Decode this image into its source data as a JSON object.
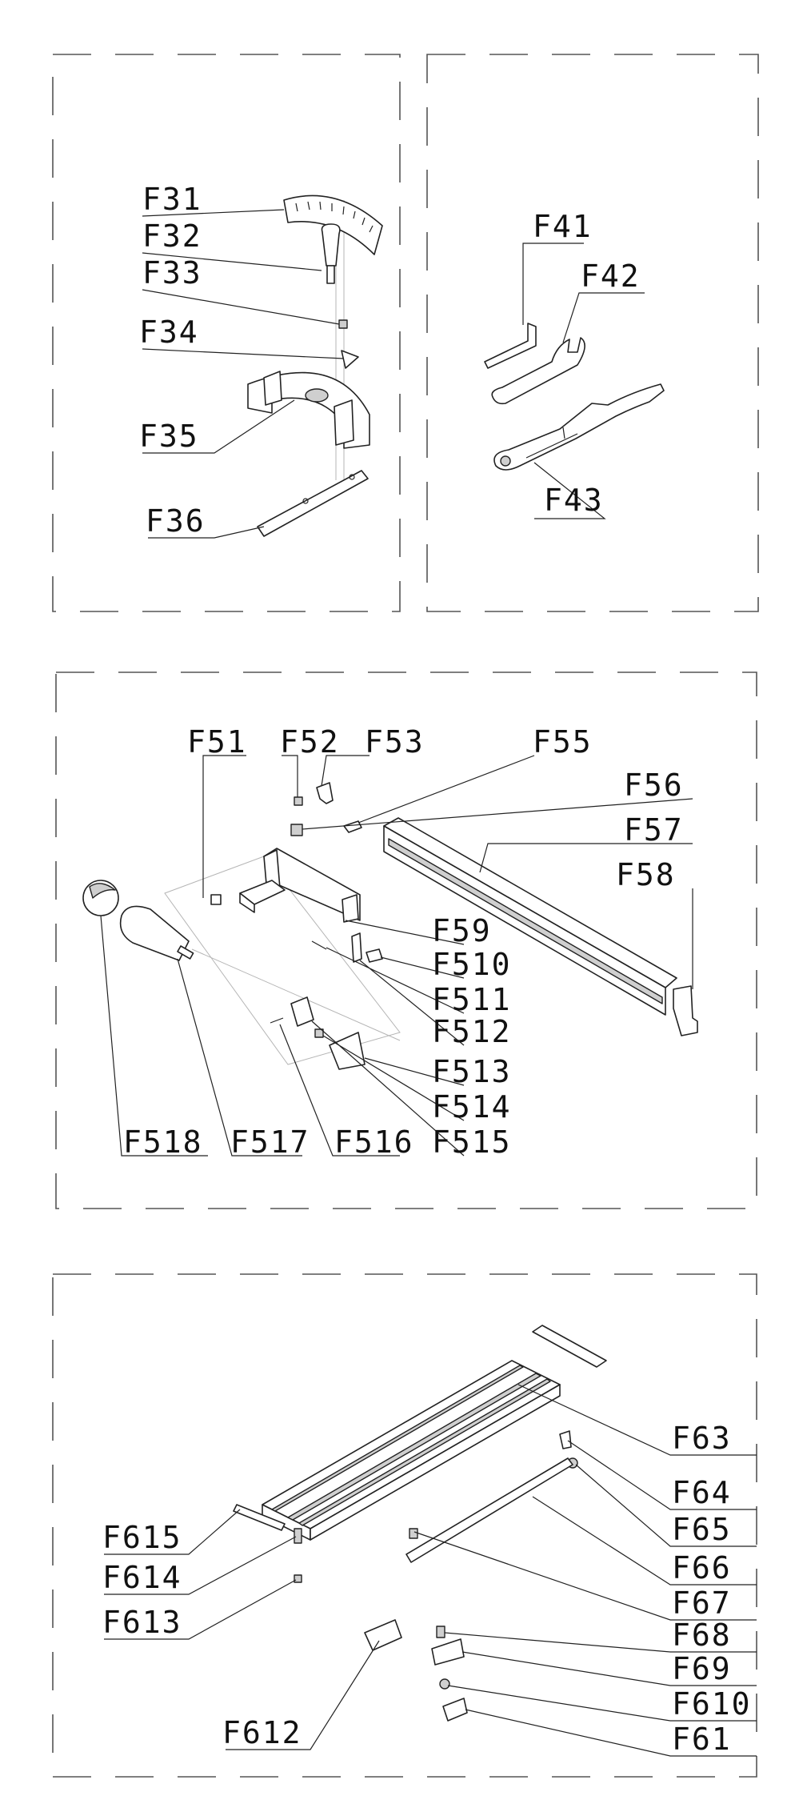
{
  "diagram": {
    "panels": [
      {
        "id": "panel-mitre-gauge",
        "labels": [
          "F31",
          "F32",
          "F33",
          "F34",
          "F35",
          "F36"
        ]
      },
      {
        "id": "panel-tools",
        "labels": [
          "F41",
          "F42",
          "F43"
        ]
      },
      {
        "id": "panel-rip-fence",
        "labels": [
          "F51",
          "F52",
          "F53",
          "F55",
          "F56",
          "F57",
          "F58",
          "F59",
          "F510",
          "F511",
          "F512",
          "F513",
          "F514",
          "F515",
          "F516",
          "F517",
          "F518"
        ]
      },
      {
        "id": "panel-extension-table",
        "labels": [
          "F63",
          "F64",
          "F65",
          "F66",
          "F67",
          "F68",
          "F69",
          "F610",
          "F61",
          "F615",
          "F614",
          "F613",
          "F612"
        ]
      }
    ]
  },
  "labels": {
    "F31": "F31",
    "F32": "F32",
    "F33": "F33",
    "F34": "F34",
    "F35": "F35",
    "F36": "F36",
    "F41": "F41",
    "F42": "F42",
    "F43": "F43",
    "F51": "F51",
    "F52": "F52",
    "F53": "F53",
    "F55": "F55",
    "F56": "F56",
    "F57": "F57",
    "F58": "F58",
    "F59": "F59",
    "F510": "F510",
    "F511": "F511",
    "F512": "F512",
    "F513": "F513",
    "F514": "F514",
    "F515": "F515",
    "F516": "F516",
    "F517": "F517",
    "F518": "F518",
    "F63": "F63",
    "F64": "F64",
    "F65": "F65",
    "F66": "F66",
    "F67": "F67",
    "F68": "F68",
    "F69": "F69",
    "F610": "F610",
    "F61": "F61",
    "F615": "F615",
    "F614": "F614",
    "F613": "F613",
    "F612": "F612"
  }
}
